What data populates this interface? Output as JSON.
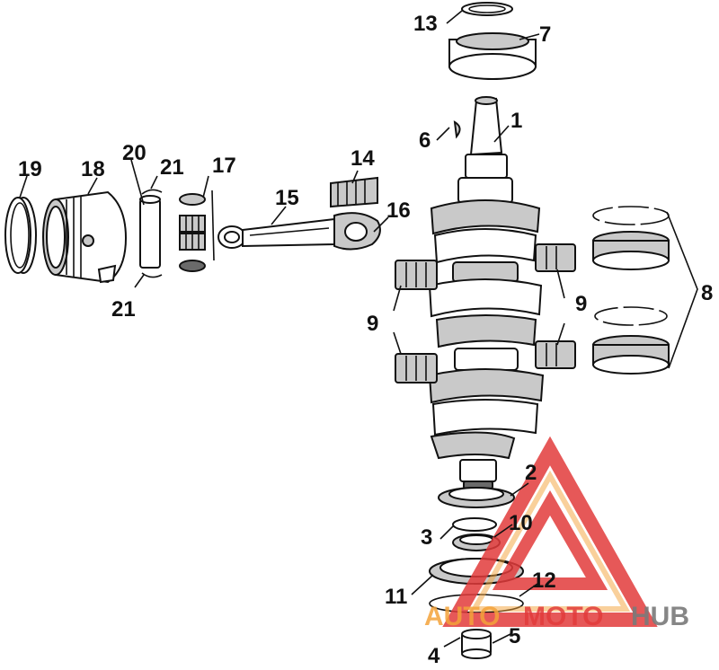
{
  "callouts": {
    "c1": "1",
    "c2": "2",
    "c3": "3",
    "c4": "4",
    "c5": "5",
    "c6": "6",
    "c7": "7",
    "c8": "8",
    "c9a": "9",
    "c9b": "9",
    "c10": "10",
    "c11": "11",
    "c12": "12",
    "c13": "13",
    "c14": "14",
    "c15": "15",
    "c16": "16",
    "c17": "17",
    "c18": "18",
    "c19": "19",
    "c20": "20",
    "c21a": "21",
    "c21b": "21"
  },
  "watermark": {
    "auto": "AUTO",
    "moto": "MOTO",
    "hub": "HUB",
    "colors": {
      "red": "#e23b3b",
      "orange": "#f4a33a",
      "grey": "#7a7a7a"
    }
  }
}
